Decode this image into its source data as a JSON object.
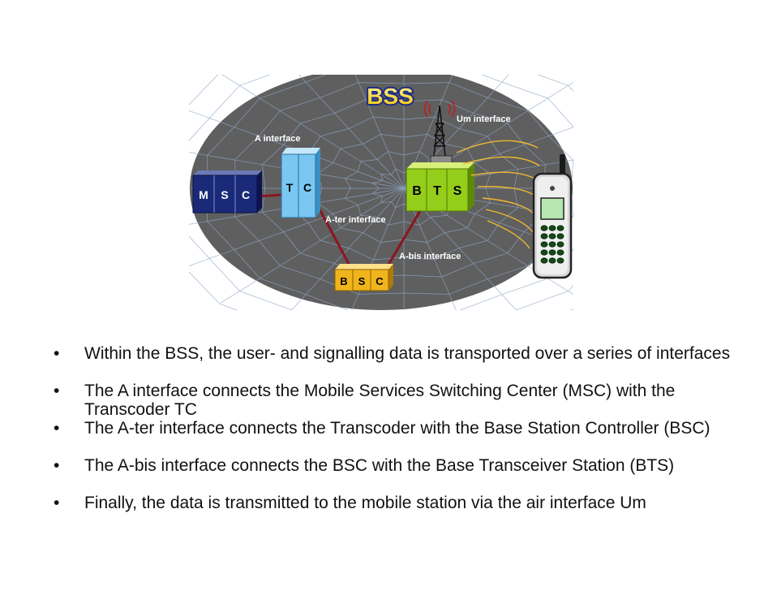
{
  "diagram": {
    "title": "BSS",
    "labels": {
      "a_interface": "A interface",
      "ater_interface": "A-ter interface",
      "abis_interface": "A-bis interface",
      "um_interface": "Um interface"
    },
    "msc_letters": [
      "M",
      "S",
      "C"
    ],
    "tc_letters": [
      "T",
      "C"
    ],
    "bts_letters": [
      "B",
      "T",
      "S"
    ],
    "bsc_letters": [
      "B",
      "S",
      "C"
    ],
    "icons": [
      "antenna-tower-icon",
      "mobile-phone-icon",
      "radio-waves-icon"
    ],
    "colors": {
      "background": "#5e5e5e",
      "web": "#8fa6c8",
      "msc": "#1a2a78",
      "tc": "#79c7f2",
      "bts": "#94cd1a",
      "bsc": "#f0b51c",
      "link": "#8b1520",
      "waves": "#f0b830",
      "title_text": "#ffe21a"
    }
  },
  "bullets": [
    "Within the BSS, the user- and signalling data is transported over a series of interfaces",
    "The A interface connects the Mobile Services Switching Center (MSC) with the Transcoder TC",
    "The A-ter interface connects the Transcoder with the Base Station Controller (BSC)",
    "The A-bis interface connects the BSC with the Base Transceiver Station (BTS)",
    "Finally, the data is transmitted to the mobile station via the air interface Um"
  ]
}
